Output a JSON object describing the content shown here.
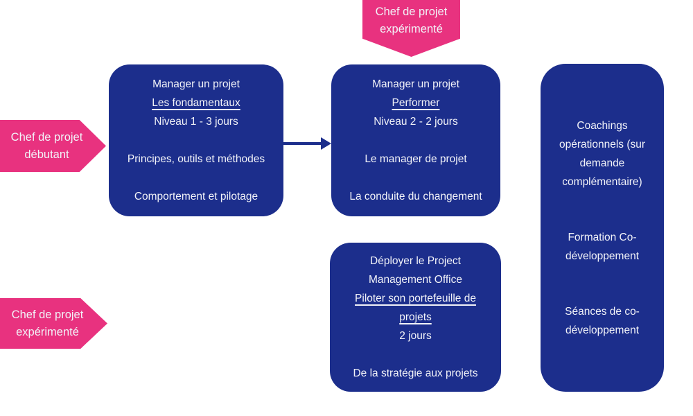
{
  "colors": {
    "pink": "#E8327F",
    "navy": "#1C2E8C",
    "text_on_color": "#F2F3F8"
  },
  "top_banner": {
    "line1": "Chef de projet",
    "line2": "expérimenté"
  },
  "arrows": {
    "beginner": {
      "line1": "Chef de projet",
      "line2": "débutant"
    },
    "experienced": {
      "line1": "Chef de projet",
      "line2": "expérimenté"
    }
  },
  "boxes": {
    "fundamentals": {
      "title": "Manager un projet",
      "subtitle": "Les fondamentaux",
      "level": "Niveau 1 - 3 jours",
      "items": [
        "Principes, outils et méthodes",
        "Comportement et pilotage"
      ]
    },
    "performer": {
      "title": "Manager un projet",
      "subtitle": "Performer",
      "level": "Niveau 2 - 2 jours",
      "items": [
        "Le manager de projet",
        "La conduite du changement"
      ]
    },
    "pmo": {
      "title": "Déployer le Project Management Office",
      "subtitle": "Piloter son portefeuille de projets",
      "level": "2 jours",
      "items": [
        "De la stratégie aux projets"
      ]
    },
    "complementary": {
      "items": [
        "Coachings opérationnels (sur demande complémentaire)",
        "Formation Co-développement",
        "Séances de co-développement"
      ]
    }
  }
}
